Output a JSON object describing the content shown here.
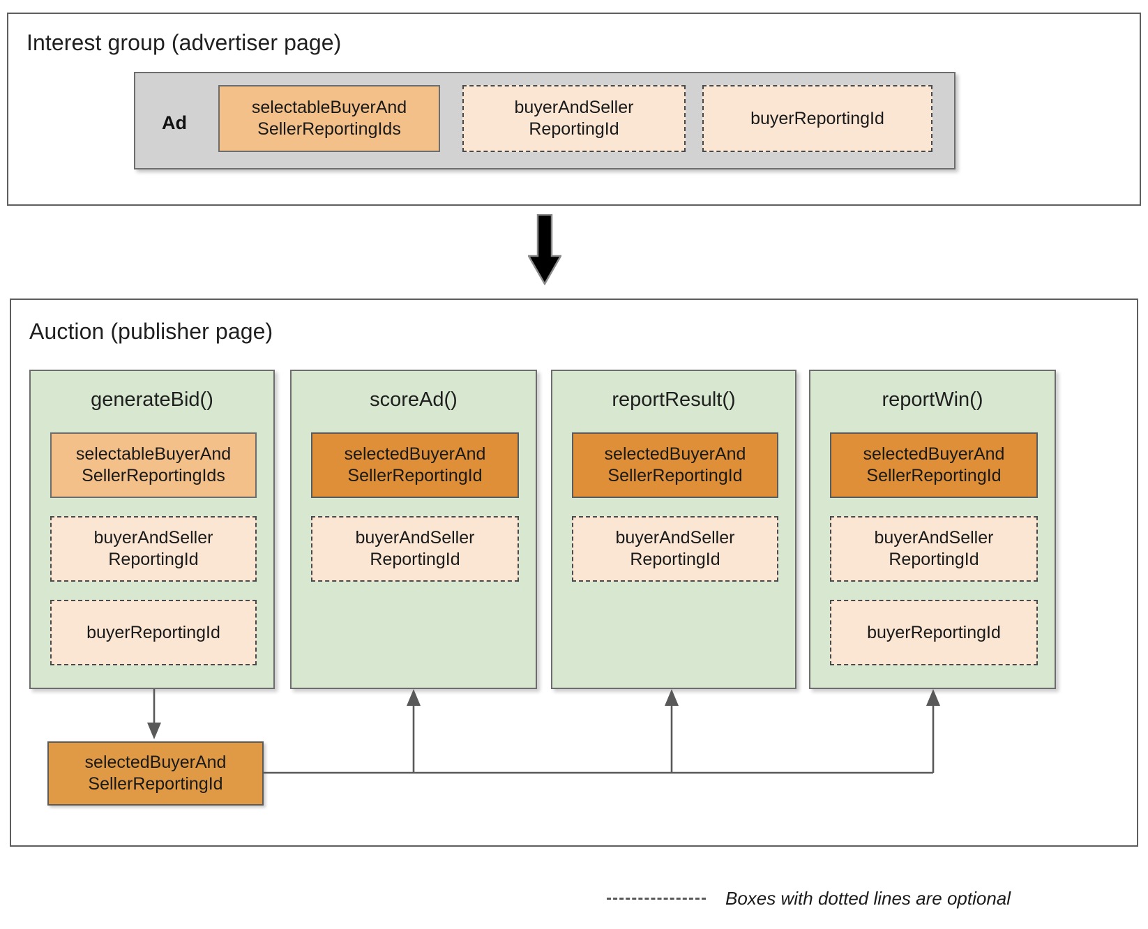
{
  "sections": {
    "interest_group": {
      "title": "Interest group (advertiser page)",
      "ad_label": "Ad",
      "boxes": [
        {
          "label": "selectableBuyerAnd\nSellerReportingIds",
          "style": "solid-light",
          "optional": false
        },
        {
          "label": "buyerAndSeller\nReportingId",
          "style": "dashed-light",
          "optional": true
        },
        {
          "label": "buyerReportingId",
          "style": "dashed-light",
          "optional": true
        }
      ]
    },
    "auction": {
      "title": "Auction (publisher page)",
      "columns": [
        {
          "name": "generateBid()",
          "boxes": [
            {
              "label": "selectableBuyerAnd\nSellerReportingIds",
              "style": "solid-light",
              "optional": false
            },
            {
              "label": "buyerAndSeller\nReportingId",
              "style": "dashed-light",
              "optional": true
            },
            {
              "label": "buyerReportingId",
              "style": "dashed-light",
              "optional": true
            }
          ]
        },
        {
          "name": "scoreAd()",
          "boxes": [
            {
              "label": "selectedBuyerAnd\nSellerReportingId",
              "style": "solid-dark",
              "optional": false
            },
            {
              "label": "buyerAndSeller\nReportingId",
              "style": "dashed-light",
              "optional": true
            }
          ]
        },
        {
          "name": "reportResult()",
          "boxes": [
            {
              "label": "selectedBuyerAnd\nSellerReportingId",
              "style": "solid-dark",
              "optional": false
            },
            {
              "label": "buyerAndSeller\nReportingId",
              "style": "dashed-light",
              "optional": true
            }
          ]
        },
        {
          "name": "reportWin()",
          "boxes": [
            {
              "label": "selectedBuyerAnd\nSellerReportingId",
              "style": "solid-dark",
              "optional": false
            },
            {
              "label": "buyerAndSeller\nReportingId",
              "style": "dashed-light",
              "optional": true
            },
            {
              "label": "buyerReportingId",
              "style": "dashed-light",
              "optional": true
            }
          ]
        }
      ],
      "output_box": {
        "label": "selectedBuyerAnd\nSellerReportingId",
        "style": "solid-mid"
      }
    }
  },
  "legend": {
    "text": "Boxes with dotted lines are optional",
    "line_style": "dashed"
  },
  "icons": {
    "flow_arrow": "down-arrow-icon"
  },
  "colors": {
    "panel_border": "#5e5e5e",
    "ad_container_bg": "#d2d2d2",
    "function_column_bg": "#d8e8d0",
    "solid_light_orange": "#f3c08a",
    "solid_dark_orange": "#df8f38",
    "solid_mid_orange": "#e09a45",
    "dashed_light_peach": "#fae6d3",
    "connector_line": "#595959",
    "flow_arrow_fill": "#000000"
  }
}
